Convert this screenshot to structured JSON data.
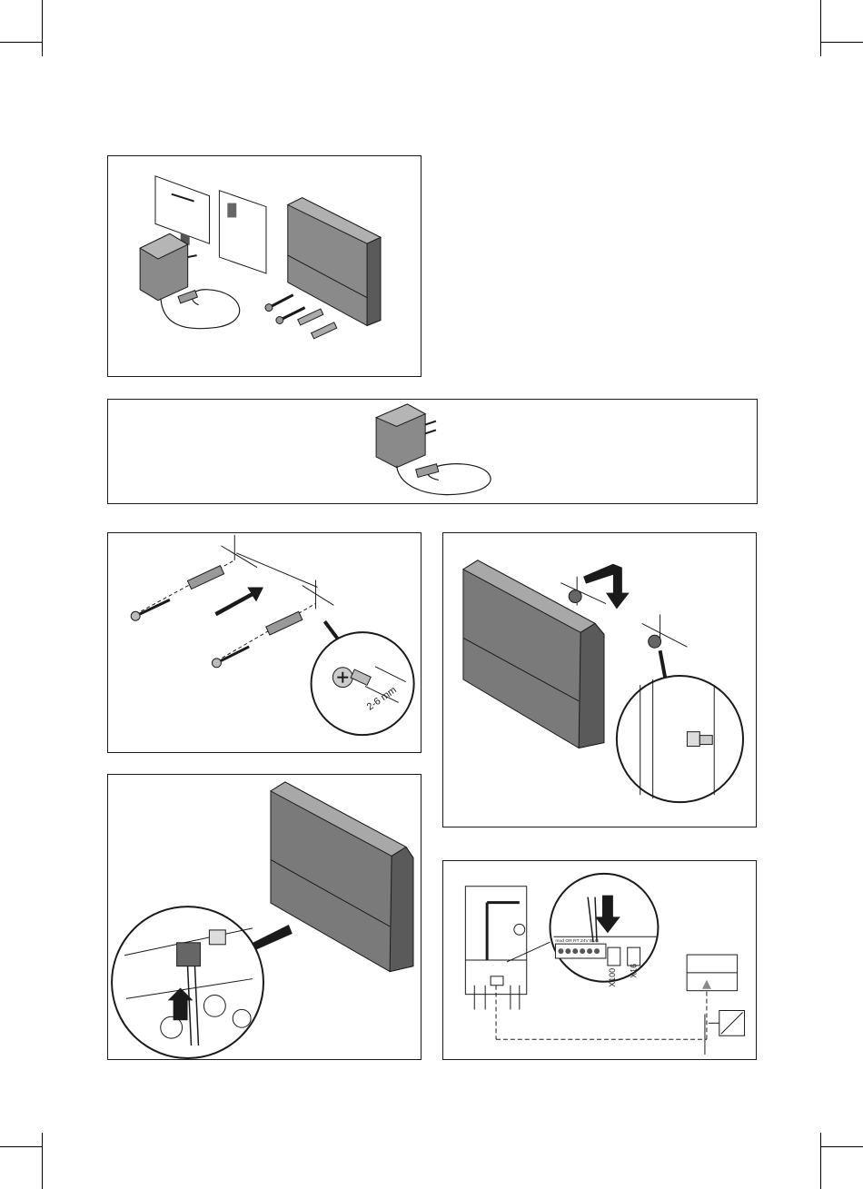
{
  "figures": {
    "package_contents": {
      "id": "fig-1"
    },
    "power_supply": {
      "id": "fig-2"
    },
    "wall_mounting": {
      "dimension_label": "2-6 mm"
    },
    "hang_device": {
      "id": "fig-4"
    },
    "connect_plug": {
      "id": "fig-5"
    },
    "wiring": {
      "terminal_labels": "mod OR  RT  24V   BUS",
      "x100_label": "X100",
      "x16_label": "X16"
    }
  },
  "colors": {
    "line": "#1a1a1a",
    "housing": "#7a7a7a",
    "housing_dark": "#5a5a5a",
    "paper": "#ffffff"
  }
}
